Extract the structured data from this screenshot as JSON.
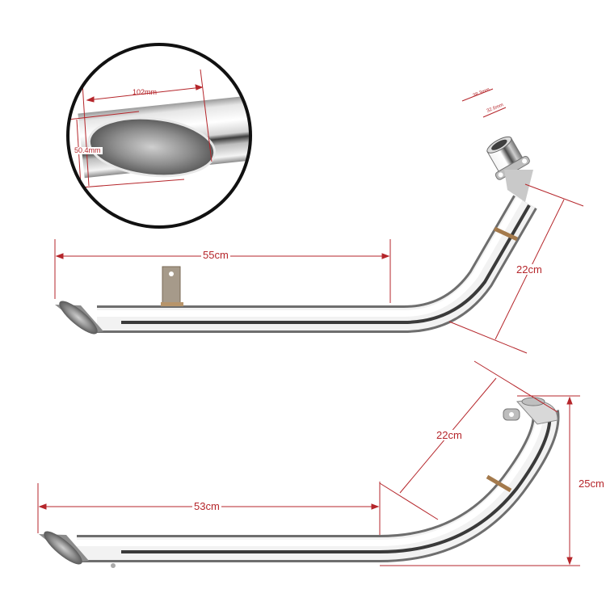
{
  "image": {
    "subject": "stainless steel motorcycle exhaust header pipes with dimensions",
    "background": "#ffffff",
    "annotation_color": "#b5262b"
  },
  "inset": {
    "description": "close-up of slash-cut pipe tip",
    "width_label": "102mm",
    "height_label": "50.4mm",
    "border_color": "#111111"
  },
  "flange": {
    "outer_label": "38.3mm",
    "inner_label": "32.6mm"
  },
  "upper_pipe": {
    "length_label": "55cm",
    "bend_label": "22cm"
  },
  "lower_pipe": {
    "length_label": "53cm",
    "bend_label": "22cm",
    "height_label": "25cm"
  }
}
